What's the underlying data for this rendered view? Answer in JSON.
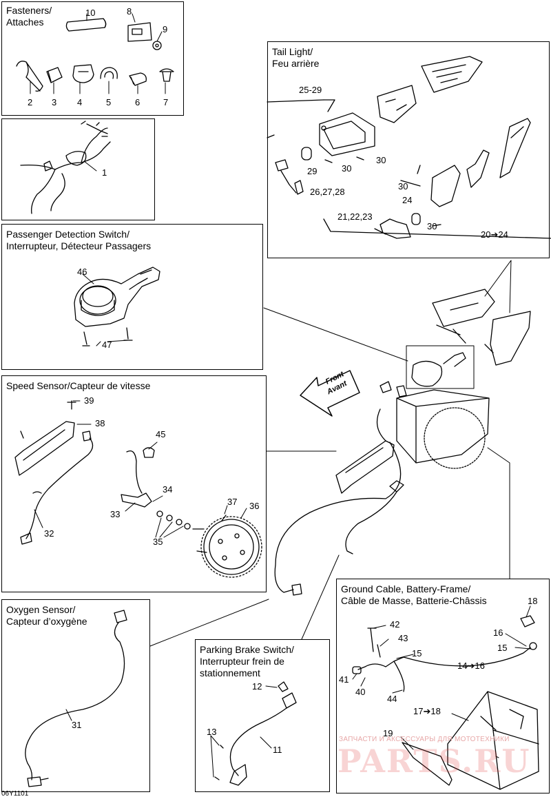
{
  "doc_code": "06Y1101",
  "panels": {
    "fasteners": {
      "title": "Fasteners/\nAttaches"
    },
    "tail_light": {
      "title": "Tail Light/\nFeu arrière"
    },
    "passenger": {
      "title": "Passenger Detection Switch/\nInterrupteur, Détecteur Passagers"
    },
    "speed": {
      "title": "Speed Sensor/Capteur de vitesse"
    },
    "oxygen": {
      "title": "Oxygen Sensor/\nCapteur d’oxygène"
    },
    "parking": {
      "title": "Parking Brake Switch/\nInterrupteur frein de\nstationnement"
    },
    "ground": {
      "title": "Ground Cable, Battery-Frame/\nCâble de Masse, Batterie-Châssis"
    }
  },
  "front_arrow": {
    "line1": "Front",
    "line2": "Avant"
  },
  "callouts": {
    "fasteners": [
      "10",
      "8",
      "9",
      "2",
      "3",
      "4",
      "5",
      "6",
      "7"
    ],
    "harness": [
      "1"
    ],
    "tail": [
      "25-29",
      "29",
      "30",
      "30",
      "26,27,28",
      "30",
      "24",
      "21,22,23",
      "30",
      "20➔24"
    ],
    "passenger": [
      "46",
      "47"
    ],
    "speed": [
      "39",
      "38",
      "45",
      "34",
      "33",
      "37",
      "36",
      "35",
      "32"
    ],
    "oxygen": [
      "31"
    ],
    "parking": [
      "12",
      "13",
      "11"
    ],
    "ground": [
      "18",
      "42",
      "43",
      "16",
      "15",
      "15",
      "14➔16",
      "41",
      "40",
      "44",
      "17➔18",
      "19"
    ]
  },
  "watermark": {
    "small": "ЗАПЧАСТИ И АКСЕССУАРЫ ДЛЯ МОТОТЕХНИКИ",
    "large": "PARTS.RU"
  }
}
